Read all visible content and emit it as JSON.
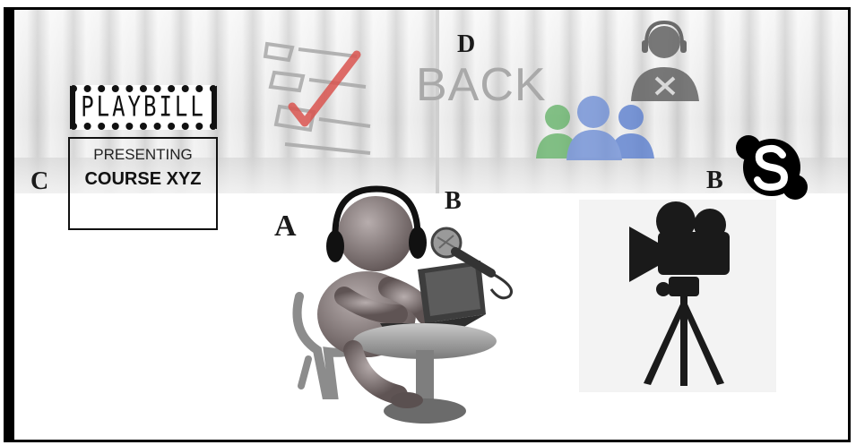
{
  "labels": {
    "a": "A",
    "b_mic": "B",
    "b_skype": "B",
    "c": "C",
    "d": "D"
  },
  "backdrop": {
    "back_text": "BACK"
  },
  "playbill": {
    "logo_text": "PLAYBILL",
    "line1": "PRESENTING",
    "line2": "COURSE XYZ"
  },
  "icons": {
    "checklist": "checklist-icon",
    "users": "users-group-icon",
    "support": "support-agent-icon",
    "skype": "skype-icon",
    "presenter": "presenter-with-headset-icon",
    "microphone": "microphone-icon",
    "camera": "video-camera-tripod-icon"
  },
  "colors": {
    "check_mark": "#d9534f",
    "users_green": "#66b36a",
    "users_blue": "#5b7fcf",
    "figure_gray": "#8a7f7f"
  }
}
